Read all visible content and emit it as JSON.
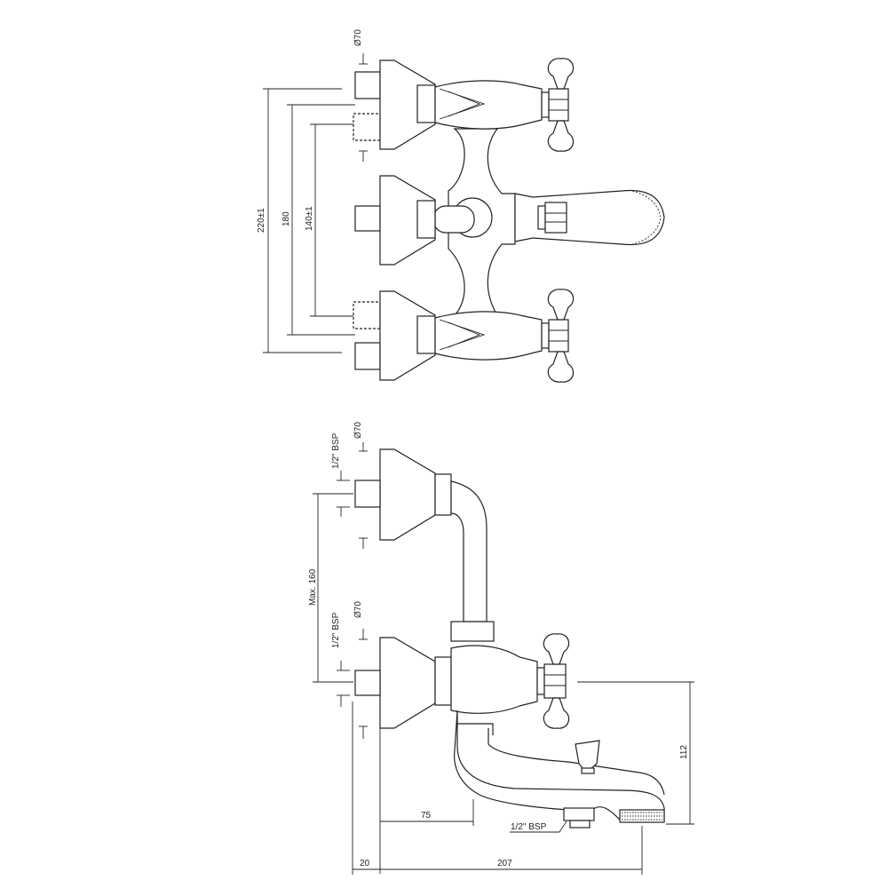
{
  "top_view": {
    "dim_overall": "220±1",
    "dim_centers": "180",
    "dim_inner": "140±1",
    "dim_flange": "Ø70"
  },
  "side_view": {
    "dim_flange_upper": "Ø70",
    "thread_upper": "1/2\" BSP",
    "dim_max_spacing": "Max. 160",
    "dim_flange_lower": "Ø70",
    "thread_lower": "1/2\" BSP",
    "dim_height": "112",
    "dim_spout_offset": "75",
    "thread_outlet": "1/2\" BSP",
    "dim_wall": "20",
    "dim_projection": "207"
  }
}
